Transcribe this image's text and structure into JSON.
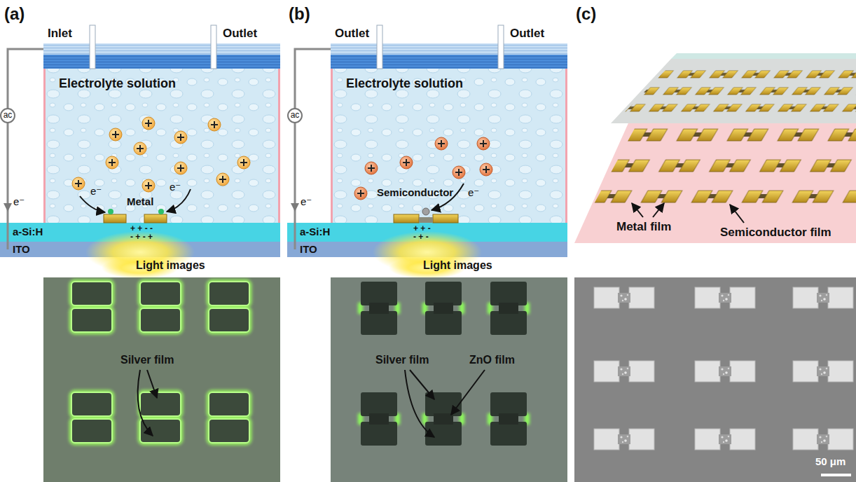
{
  "diagram": {
    "nodes": [
      {
        "text": [
          "Electrolyte solution"
        ]
      },
      {
        "text": [
          "a-Si:H"
        ]
      },
      {
        "text": [
          "ITO"
        ]
      },
      {
        "text": [
          "Electrolyte solution"
        ]
      },
      {
        "text": [
          "a-Si:H"
        ]
      },
      {
        "text": [
          "ITO"
        ]
      }
    ],
    "labels": [
      "(a)",
      "Inlet",
      "Outlet",
      "ac",
      "e⁻",
      "e⁻",
      "Metal",
      "e⁻",
      "+ + - -",
      "- + - +",
      "Light images",
      "Silver film",
      "(b)",
      "Outlet",
      "Outlet",
      "ac",
      "e⁻",
      "Semiconductor",
      "e⁻",
      "+ + -",
      "- + -",
      "Light images",
      "Silver film",
      "ZnO film",
      "(c)",
      "Metal film",
      "Semiconductor film",
      "50 μm"
    ]
  }
}
